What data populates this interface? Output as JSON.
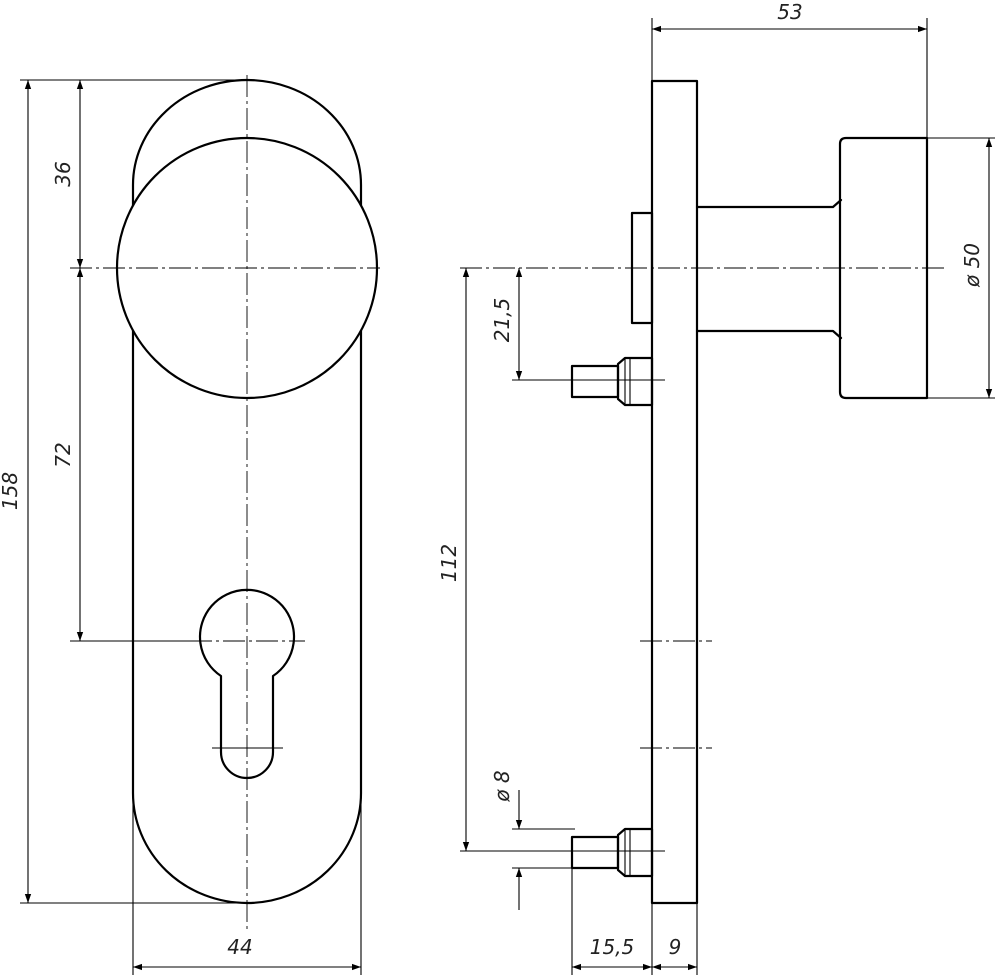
{
  "dimensions": {
    "overall_height": "158",
    "knob_offset": "36",
    "knob_to_keyhole": "72",
    "plate_width": "44",
    "total_depth": "53",
    "knob_diameter": "ø 50",
    "knob_to_upper_screw": "21,5",
    "screw_spacing": "112",
    "screw_diameter": "ø 8",
    "screw_length": "15,5",
    "plate_thickness": "9"
  }
}
